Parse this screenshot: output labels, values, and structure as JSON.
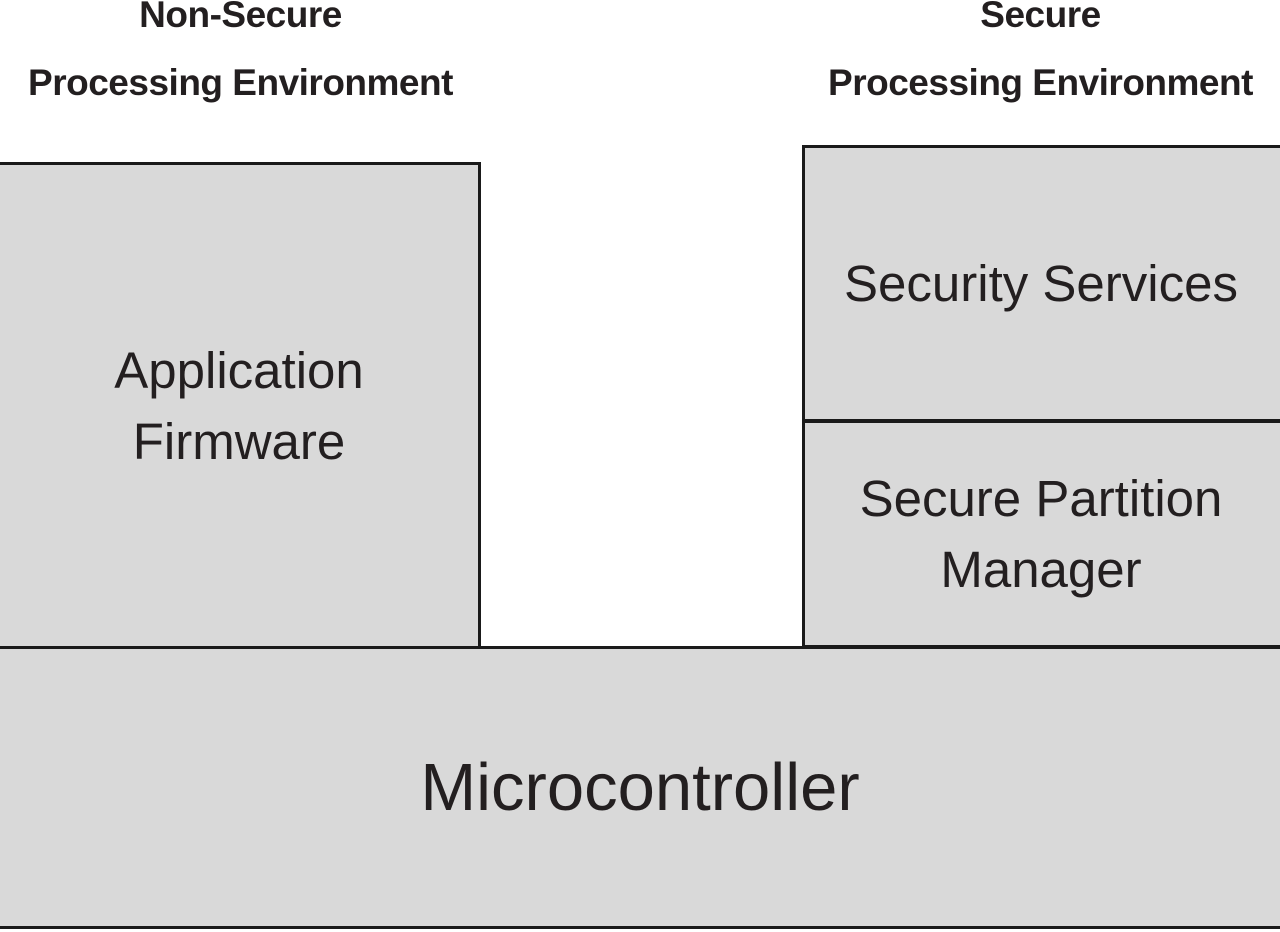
{
  "diagram": {
    "background_color": "#ffffff",
    "block_fill_color": "#d9d9d9",
    "block_border_color": "#1a1a1a",
    "text_color": "#231f20",
    "columns": {
      "non_secure": {
        "header_line1": "Non-Secure",
        "header_line2": "Processing Environment"
      },
      "secure": {
        "header_line1": "Secure",
        "header_line2": "Processing Environment"
      }
    },
    "blocks": {
      "application_firmware": {
        "label": "Application\nFirmware"
      },
      "security_services": {
        "label": "Security Services"
      },
      "secure_partition_manager": {
        "label": "Secure Partition\nManager"
      },
      "microcontroller": {
        "label": "Microcontroller"
      }
    }
  }
}
